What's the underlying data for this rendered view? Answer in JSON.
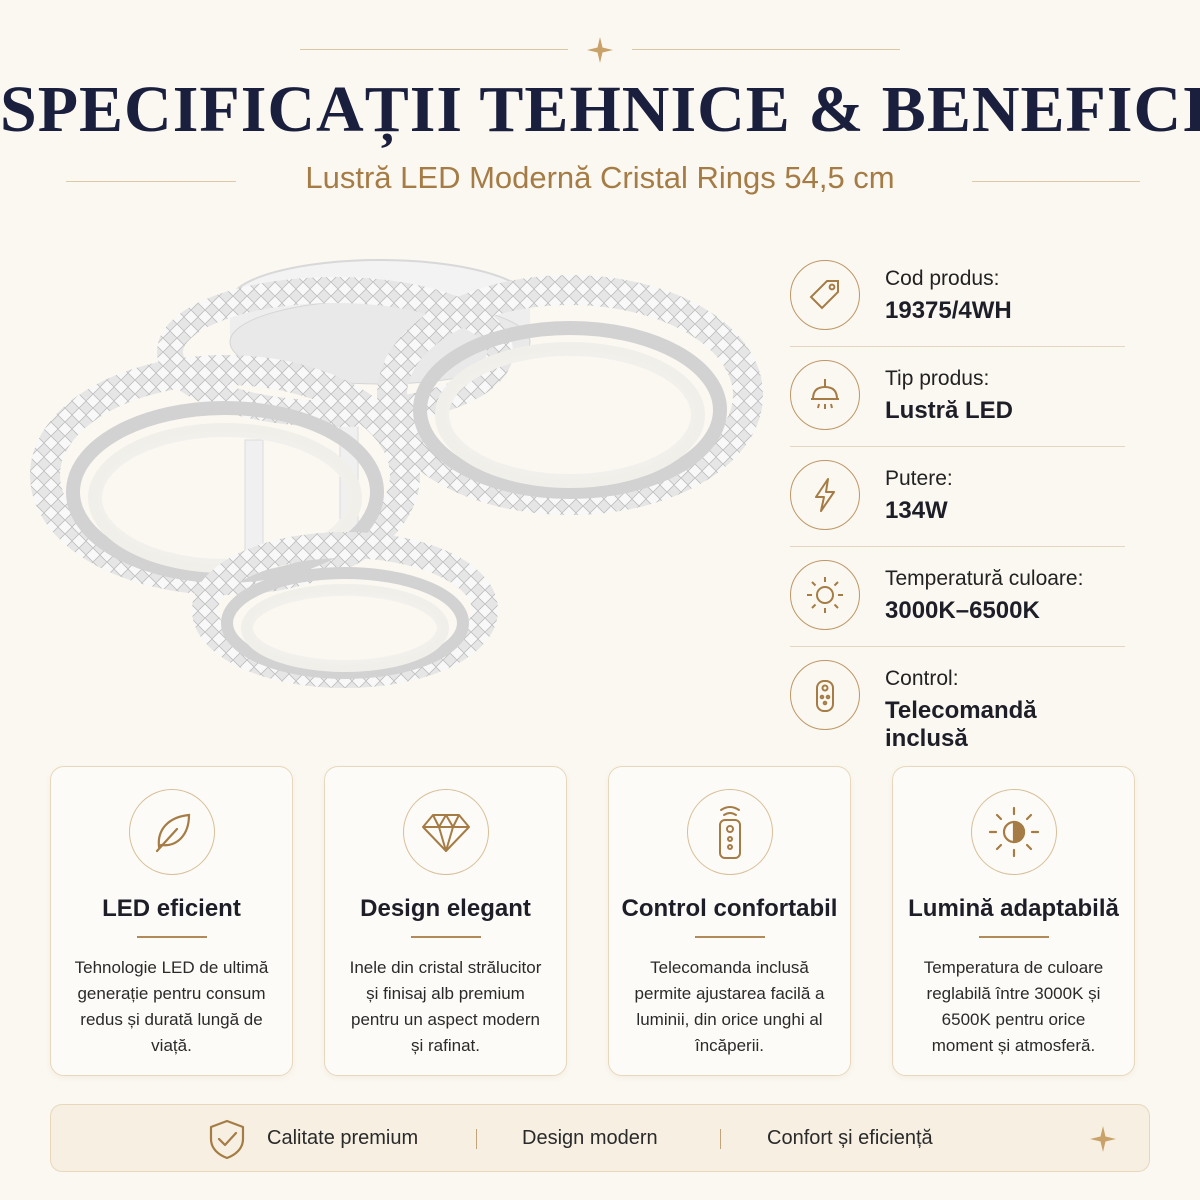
{
  "header": {
    "title": "SPECIFICAȚII TEHNICE & BENEFICII",
    "subtitle": "Lustră LED Modernă Cristal Rings 54,5 cm"
  },
  "colors": {
    "accent": "#a57c45",
    "title": "#1a1f3d",
    "background": "#fbf8f1",
    "border": "#e7d8bd"
  },
  "specs": [
    {
      "icon": "tag-icon",
      "label": "Cod produs:",
      "value": "19375/4WH"
    },
    {
      "icon": "ceiling-lamp-icon",
      "label": "Tip produs:",
      "value": "Lustră LED"
    },
    {
      "icon": "lightning-icon",
      "label": "Putere:",
      "value": "134W"
    },
    {
      "icon": "sun-icon",
      "label": "Temperatură culoare:",
      "value": "3000K–6500K"
    },
    {
      "icon": "remote-icon",
      "label": "Control:",
      "value": "Telecomandă inclusă"
    }
  ],
  "features": [
    {
      "icon": "leaf-icon",
      "title": "LED eficient",
      "text": "Tehnologie LED de ultimă generație pentru consum redus și durată lungă de viață."
    },
    {
      "icon": "diamond-icon",
      "title": "Design elegant",
      "text": "Inele din cristal strălucitor și finisaj alb premium pentru un aspect modern și rafinat."
    },
    {
      "icon": "remote-control-icon",
      "title": "Control confortabil",
      "text": "Telecomanda inclusă permite ajustarea facilă a luminii, din orice unghi al încăperii."
    },
    {
      "icon": "brightness-icon",
      "title": "Lumină adaptabilă",
      "text": "Temperatura de culoare reglabilă între 3000K și 6500K pentru orice moment și atmosferă."
    }
  ],
  "footer": {
    "items": [
      "Calitate premium",
      "Design modern",
      "Confort și eficiență"
    ],
    "icon": "shield-check-icon"
  }
}
